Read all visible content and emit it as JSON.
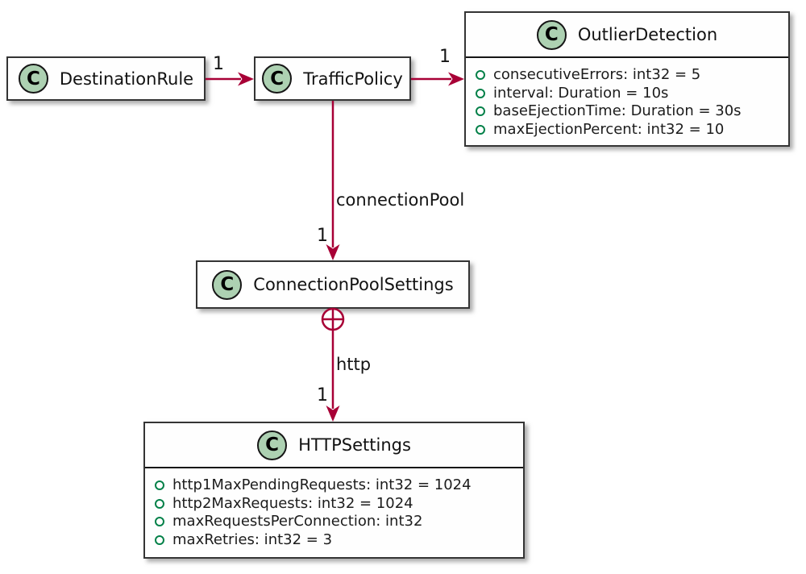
{
  "classes": [
    {
      "icon": "C",
      "name": "DestinationRule",
      "attributes": []
    },
    {
      "icon": "C",
      "name": "TrafficPolicy",
      "attributes": []
    },
    {
      "icon": "C",
      "name": "OutlierDetection",
      "attributes": [
        "consecutiveErrors: int32 = 5",
        "interval: Duration = 10s",
        "baseEjectionTime: Duration = 30s",
        "maxEjectionPercent: int32 = 10"
      ]
    },
    {
      "icon": "C",
      "name": "ConnectionPoolSettings",
      "attributes": []
    },
    {
      "icon": "C",
      "name": "HTTPSettings",
      "attributes": [
        "http1MaxPendingRequests: int32 = 1024",
        "http2MaxRequests: int32 = 1024",
        "maxRequestsPerConnection: int32",
        "maxRetries: int32 = 3"
      ]
    }
  ],
  "edges": [
    {
      "source": "DestinationRule",
      "target": "TrafficPolicy",
      "label": "",
      "multiplicity": "1"
    },
    {
      "source": "TrafficPolicy",
      "target": "OutlierDetection",
      "label": "",
      "multiplicity": "1"
    },
    {
      "source": "TrafficPolicy",
      "target": "ConnectionPoolSettings",
      "label": "connectionPool",
      "multiplicity": "1"
    },
    {
      "source": "ConnectionPoolSettings",
      "target": "HTTPSettings",
      "label": "http",
      "multiplicity": "1",
      "source_anchor": "circle-plus"
    }
  ],
  "icons": {
    "class_icon": "letter-C-in-green-circle",
    "attribute_icon": "hollow-green-circle",
    "anchor_icon": "circle-plus"
  },
  "colors": {
    "edge": "#A80036",
    "class_icon_fill": "#ADD1B2",
    "class_icon_border": "#161616",
    "attribute_bullet": "#038048",
    "box_border": "#343434",
    "box_fill": "#fefefe",
    "text": "#1a1a1a",
    "background": "#ffffff"
  }
}
